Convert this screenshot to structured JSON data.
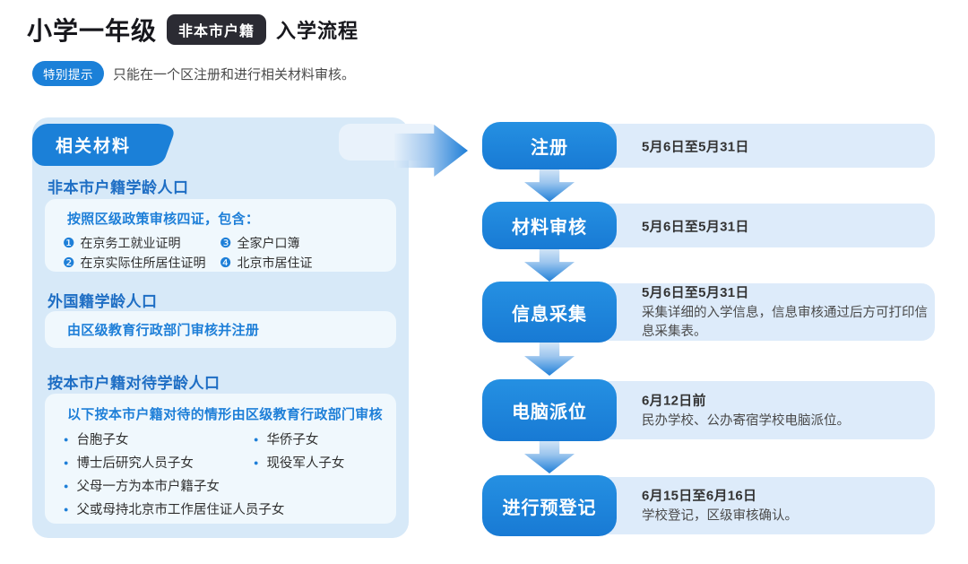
{
  "header": {
    "title_main": "小学一年级",
    "title_badge": "非本市户籍",
    "title_sub": "入学流程",
    "tip_badge": "特别提示",
    "tip_text": "只能在一个区注册和进行相关材料审核。"
  },
  "materials_panel": {
    "title": "相关材料",
    "sections": [
      {
        "heading": "非本市户籍学龄人口",
        "box_title": "按照区级政策审核四证，包含：",
        "items": [
          {
            "num": "❶",
            "text": "在京务工就业证明"
          },
          {
            "num": "❷",
            "text": "在京实际住所居住证明"
          },
          {
            "num": "❸",
            "text": "全家户口簿"
          },
          {
            "num": "❹",
            "text": "北京市居住证"
          }
        ]
      },
      {
        "heading": "外国籍学龄人口",
        "box_title": "由区级教育行政部门审核并注册"
      },
      {
        "heading": "按本市户籍对待学龄人口",
        "box_title": "以下按本市户籍对待的情形由区级教育行政部门审核",
        "bullets": [
          "台胞子女",
          "华侨子女",
          "博士后研究人员子女",
          "现役军人子女",
          "父母一方为本市户籍子女",
          "父或母持北京市工作居住证人员子女"
        ]
      }
    ]
  },
  "flow": {
    "steps": [
      {
        "label": "注册",
        "date": "5月6日至5月31日",
        "detail": ""
      },
      {
        "label": "材料审核",
        "date": "5月6日至5月31日",
        "detail": ""
      },
      {
        "label": "信息采集",
        "date": "5月6日至5月31日",
        "detail": "采集详细的入学信息，信息审核通过后方可打印信息采集表。"
      },
      {
        "label": "电脑派位",
        "date": "6月12日前",
        "detail": "民办学校、公办寄宿学校电脑派位。"
      },
      {
        "label": "进行预登记",
        "date": "6月15日至6月16日",
        "detail": "学校登记，区级审核确认。"
      }
    ]
  },
  "colors": {
    "primary_blue": "#1b80d8",
    "panel_bg": "#d7e9f8",
    "bar_bg": "#ddebfa",
    "box_bg": "#f0f8fd",
    "heading_blue": "#1e6ec4",
    "dark_badge": "#2b2b33",
    "text_dark": "#333333",
    "text_gray": "#4a4a4a"
  }
}
